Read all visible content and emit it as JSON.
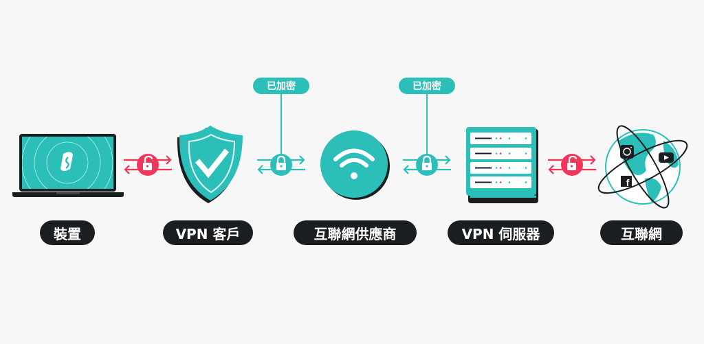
{
  "colors": {
    "teal": "#2cbfb9",
    "red": "#f2365a",
    "dark": "#1b1e21",
    "background": "#f7f7f7"
  },
  "encrypted_labels": [
    "已加密",
    "已加密"
  ],
  "nodes": [
    {
      "label": "裝置",
      "icon": "laptop-icon"
    },
    {
      "label": "VPN 客戶",
      "icon": "shield-check-icon"
    },
    {
      "label": "互聯網供應商",
      "icon": "wifi-icon"
    },
    {
      "label": "VPN 伺服器",
      "icon": "server-icon"
    },
    {
      "label": "互聯網",
      "icon": "globe-icon"
    }
  ],
  "connections": [
    {
      "icon": "unlocked-padlock-icon",
      "state": "unencrypted"
    },
    {
      "icon": "locked-padlock-icon",
      "state": "encrypted"
    },
    {
      "icon": "locked-padlock-icon",
      "state": "encrypted"
    },
    {
      "icon": "unlocked-padlock-icon",
      "state": "unencrypted"
    }
  ]
}
